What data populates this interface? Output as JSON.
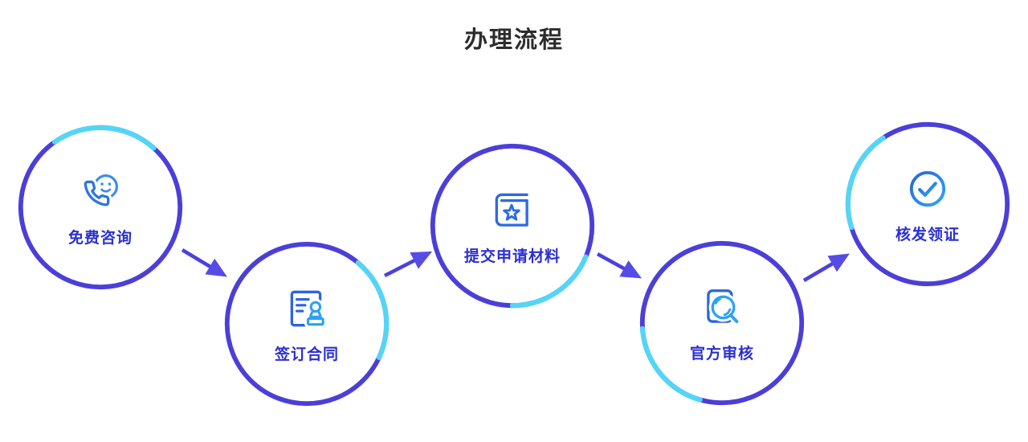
{
  "page": {
    "title": "办理流程"
  },
  "colors": {
    "ring_purple": "#4b3fd8",
    "ring_cyan": "#55d4f6",
    "arrow": "#4b41df",
    "label_blue": "#2a2fd0",
    "icon_dark_blue": "#2c6ae4",
    "icon_light_blue": "#2aa2f6",
    "title_text": "#2c2c2c"
  },
  "steps": [
    {
      "id": "free-consult",
      "label": "免费咨询",
      "icon": "phone-smile-icon"
    },
    {
      "id": "sign-contract",
      "label": "签订合同",
      "icon": "contract-stamp-icon"
    },
    {
      "id": "submit-materials",
      "label": "提交申请材料",
      "icon": "book-star-icon"
    },
    {
      "id": "official-review",
      "label": "官方审核",
      "icon": "document-magnifier-icon"
    },
    {
      "id": "issue-certificate",
      "label": "核发领证",
      "icon": "check-circle-icon"
    }
  ]
}
